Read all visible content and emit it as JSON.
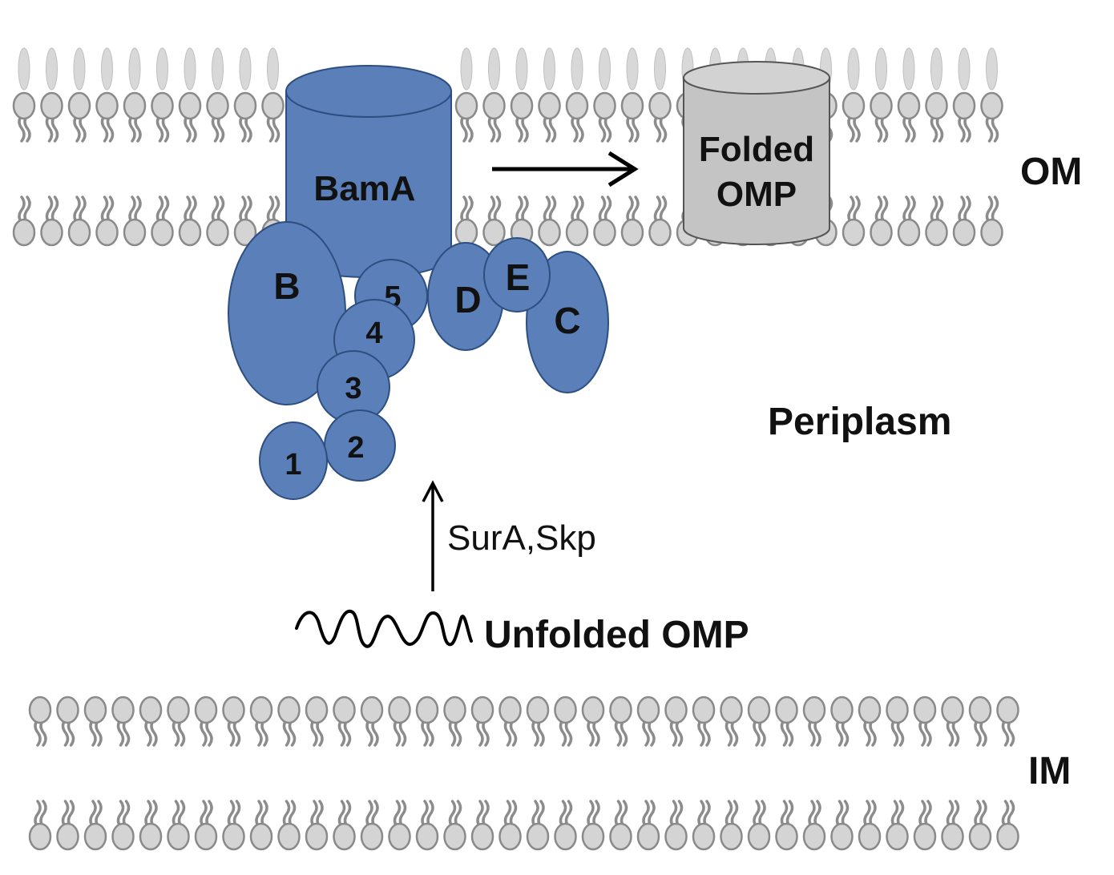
{
  "labels": {
    "outer_membrane": "OM",
    "inner_membrane": "IM",
    "periplasm": "Periplasm",
    "bama": "BamA",
    "folded_omp_line1": "Folded",
    "folded_omp_line2": "OMP",
    "chaperones": "SurA,Skp",
    "unfolded_omp": "Unfolded OMP"
  },
  "subunits": {
    "b": "B",
    "c": "C",
    "d": "D",
    "e": "E"
  },
  "potra_domains": [
    "1",
    "2",
    "3",
    "4",
    "5"
  ],
  "colors": {
    "protein_fill": "#5b7fb9",
    "protein_stroke": "#2d4e80",
    "lipid_head": "#d4d4d4",
    "lipid_stroke": "#8a8a8a",
    "lipid_tail": "#8c8c8c",
    "lps": "#d8d8d8",
    "folded_omp_fill": "#c4c4c4",
    "text": "#111111"
  }
}
